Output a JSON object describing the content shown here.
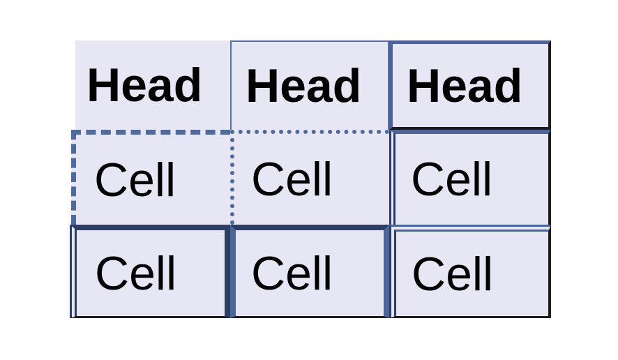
{
  "table": {
    "headers": [
      "Head",
      "Head",
      "Head"
    ],
    "rows": [
      [
        "Cell",
        "Cell",
        "Cell"
      ],
      [
        "Cell",
        "Cell",
        "Cell"
      ]
    ]
  },
  "colors": {
    "cell_background": "#e6e6f5",
    "border_blue": "#4d6699",
    "border_dark": "#2c3d66",
    "text": "#000000"
  }
}
